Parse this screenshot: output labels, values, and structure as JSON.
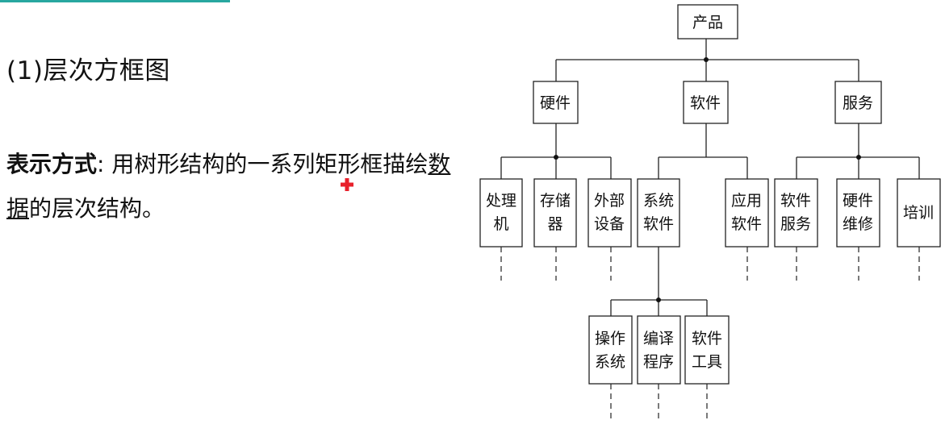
{
  "heading": "(1)层次方框图",
  "description": {
    "label": "表示方式",
    "colon": ":",
    "text_a": " 用树形结构的一系列矩形框描绘",
    "underlined": "数据",
    "text_b": "的层次结构。"
  },
  "colors": {
    "accent_rule": "#28a7a0",
    "pointer": "#e8212c"
  },
  "tree": {
    "root": "产品",
    "groups": [
      {
        "label": "硬件",
        "children": [
          [
            "处理",
            "机"
          ],
          [
            "存储",
            "器"
          ],
          [
            "外部",
            "设备"
          ]
        ]
      },
      {
        "label": "软件",
        "children": [
          [
            "系统",
            "软件"
          ],
          [
            "应用",
            "软件"
          ]
        ]
      },
      {
        "label": "服务",
        "children": [
          [
            "软件",
            "服务"
          ],
          [
            "硬件",
            "维修"
          ],
          [
            "培训"
          ]
        ]
      }
    ],
    "system_software_children": [
      [
        "操作",
        "系统"
      ],
      [
        "编译",
        "程序"
      ],
      [
        "软件",
        "工具"
      ]
    ]
  }
}
